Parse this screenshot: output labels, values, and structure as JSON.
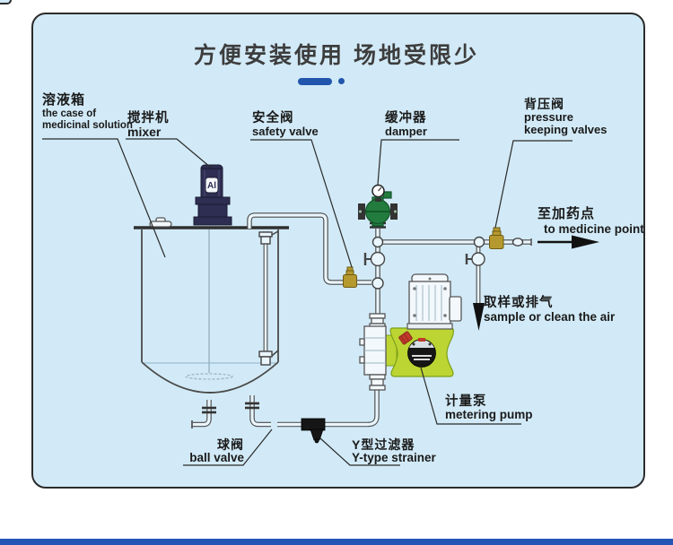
{
  "panel": {
    "title": "方便安装使用  场地受限少"
  },
  "labels": {
    "tank": {
      "cn": "溶液箱",
      "en1": "the case of",
      "en2": "medicinal solution"
    },
    "mixer": {
      "cn": "搅拌机",
      "en": "mixer"
    },
    "safety_valve": {
      "cn": "安全阀",
      "en": "safety valve"
    },
    "damper": {
      "cn": "缓冲器",
      "en": "damper"
    },
    "back_pressure": {
      "cn": "背压阀",
      "en1": "pressure",
      "en2": "keeping valves"
    },
    "to_medicine": {
      "cn": "至加药点",
      "en": "to medicine point"
    },
    "sample": {
      "cn": "取样或排气",
      "en": "sample or clean the air"
    },
    "metering_pump": {
      "cn": "计量泵",
      "en": "metering pump"
    },
    "ball_valve": {
      "cn": "球阀",
      "en": "ball valve"
    },
    "y_strainer": {
      "cn": "Y型过滤器",
      "en": "Y-type strainer"
    }
  },
  "motor_badge": "Al",
  "colors": {
    "panel-bg": "#d2eaf7",
    "panel-border": "#2b2b2b",
    "accent-blue": "#2156ac",
    "bottom-bar": "#2356b4",
    "ink": "#1a1a1a",
    "title-color": "#3d3d3d",
    "pipe-edge": "#4a4a4a",
    "pipe-fill": "#eaf6fd",
    "pump-green": "#bcd532",
    "damper-green": "#217c3e",
    "valve-yellow": "#b6992e",
    "motor-navy": "#2e2d52",
    "knob-red": "#c2392b",
    "black-part": "#161616"
  }
}
